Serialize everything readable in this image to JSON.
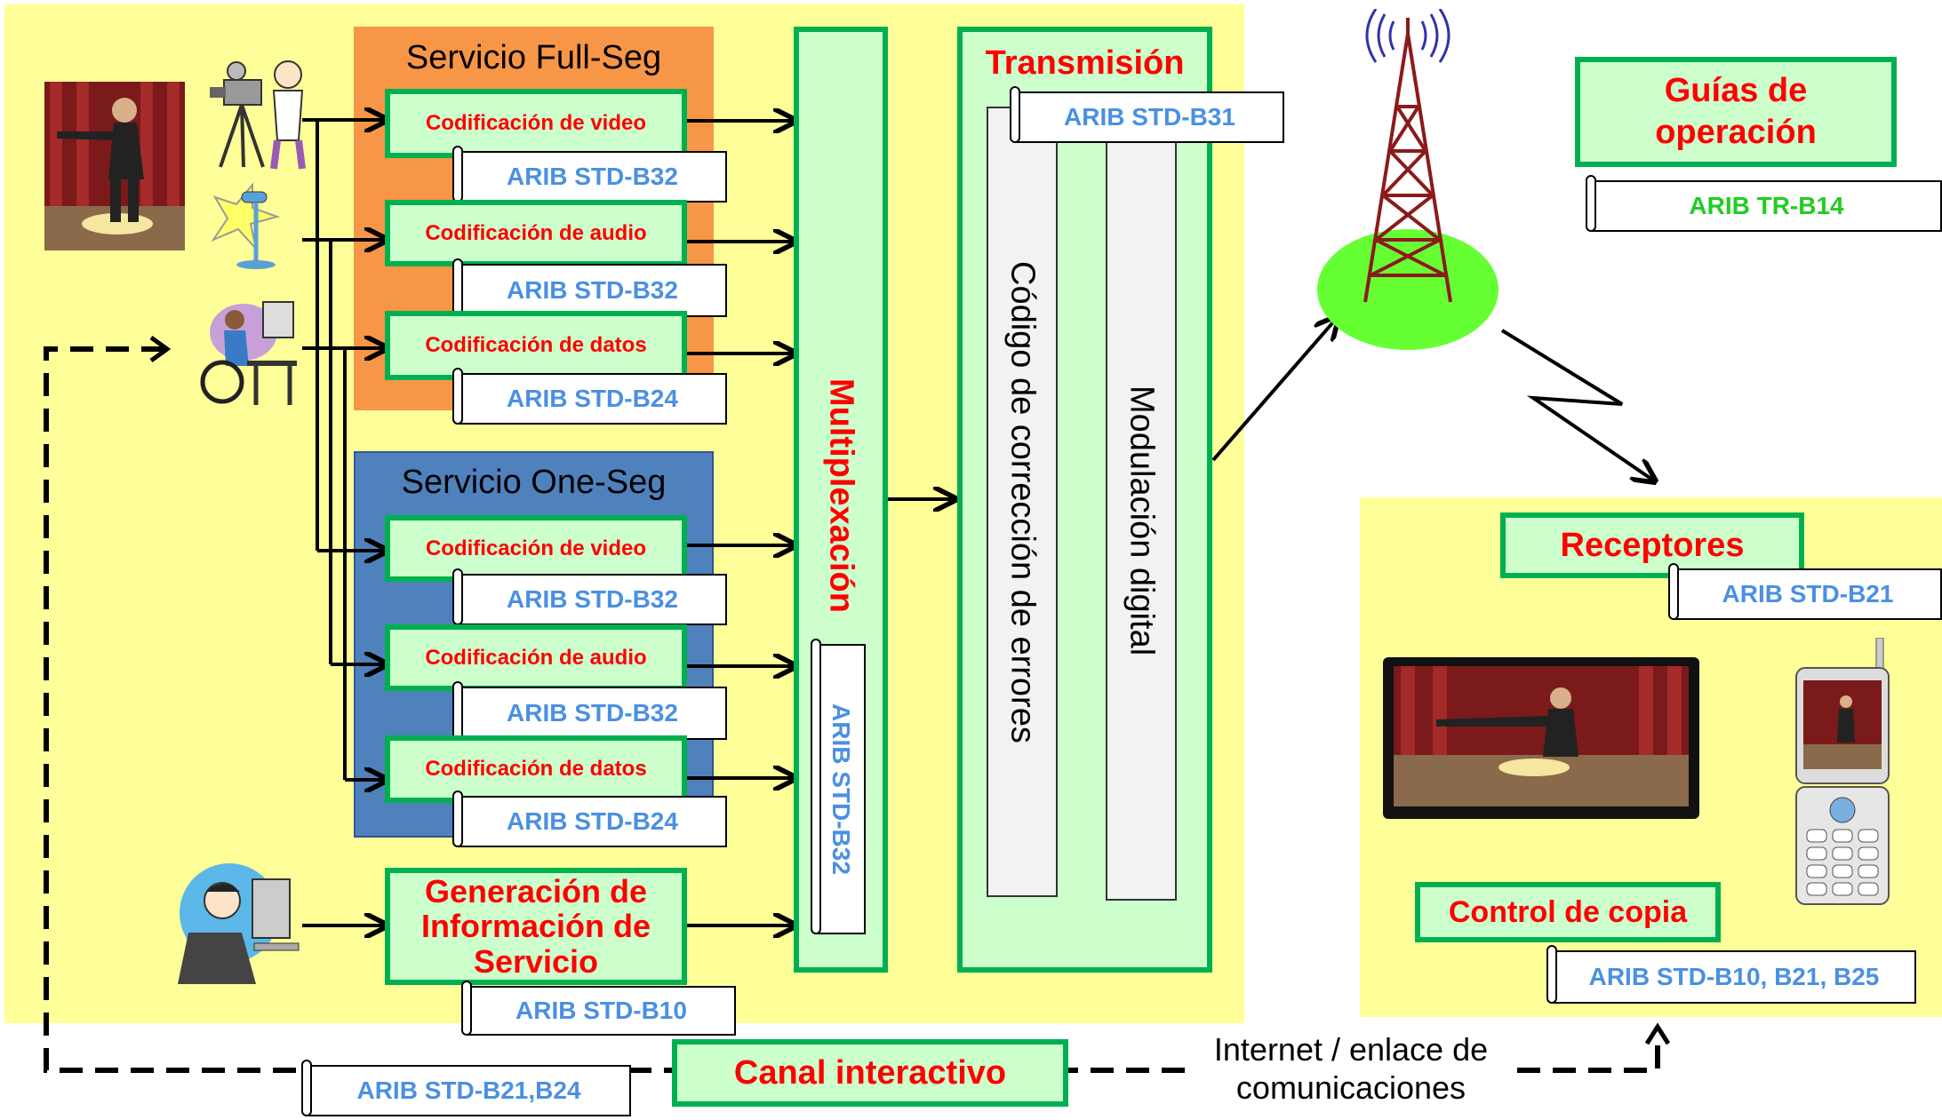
{
  "full_seg": {
    "title": "Servicio Full-Seg",
    "video": "Codificación de video",
    "video_std": "ARIB STD-B32",
    "audio": "Codificación de audio",
    "audio_std": "ARIB STD-B32",
    "data": "Codificación de datos",
    "data_std": "ARIB STD-B24"
  },
  "one_seg": {
    "title": "Servicio One-Seg",
    "video": "Codificación de video",
    "video_std": "ARIB STD-B32",
    "audio": "Codificación de audio",
    "audio_std": "ARIB STD-B32",
    "data": "Codificación de datos",
    "data_std": "ARIB STD-B24"
  },
  "service_info": {
    "label": "Generación de Información de Servicio",
    "std": "ARIB STD-B10"
  },
  "multiplex": {
    "label": "Multiplexación",
    "std": "ARIB STD-B32"
  },
  "transmission": {
    "title": "Transmisión",
    "std": "ARIB STD-B31",
    "error_correction": "Código de corrección de errores",
    "modulation": "Modulación digital"
  },
  "guides": {
    "label": "Guías de operación",
    "std": "ARIB TR-B14"
  },
  "receivers": {
    "label": "Receptores",
    "std": "ARIB STD-B21",
    "copy_control": "Control de copia",
    "copy_std": "ARIB STD-B10, B21, B25"
  },
  "interactive": {
    "label": "Canal interactivo",
    "std": "ARIB STD-B21,B24",
    "link_label": "Internet / enlace de comunicaciones"
  },
  "colors": {
    "panel": "#ffff99",
    "full_seg": "#f79646",
    "one_seg": "#4f81bd",
    "box_fill": "#ccffcc",
    "box_border": "#00b050",
    "title_red": "#ff0000",
    "std_blue": "#4a90e2",
    "std_green": "#22cc22"
  }
}
